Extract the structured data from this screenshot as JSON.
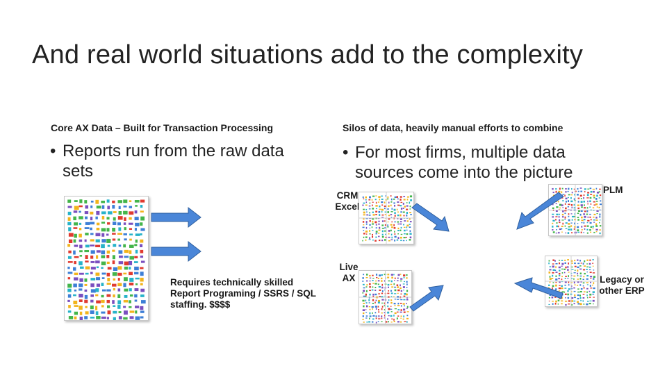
{
  "slide": {
    "title": "And real world situations add to the complexity"
  },
  "left_column": {
    "heading": "Core AX Data –  Built for Transaction Processing",
    "bullet_marker": "•",
    "bullet": "Reports run from the raw data sets",
    "note": "Requires technically skilled Report Programing / SSRS / SQL staffing.  $$$$"
  },
  "right_column": {
    "heading": "Silos of data, heavily manual efforts to combine",
    "bullet_marker": "•",
    "bullet": "For most firms, multiple data sources come into the picture",
    "sources": {
      "crm": "CRM Excel",
      "plm": "PLM",
      "live_ax": "Live AX",
      "legacy": "Legacy or other ERP"
    }
  },
  "colors": {
    "arrow_fill": "#4a86d8",
    "arrow_stroke": "#2f5f9e",
    "block_colors": [
      "#3d7fd6",
      "#e03a2f",
      "#43b54a",
      "#f2b41c",
      "#27b3c9",
      "#7a4fbf"
    ]
  }
}
